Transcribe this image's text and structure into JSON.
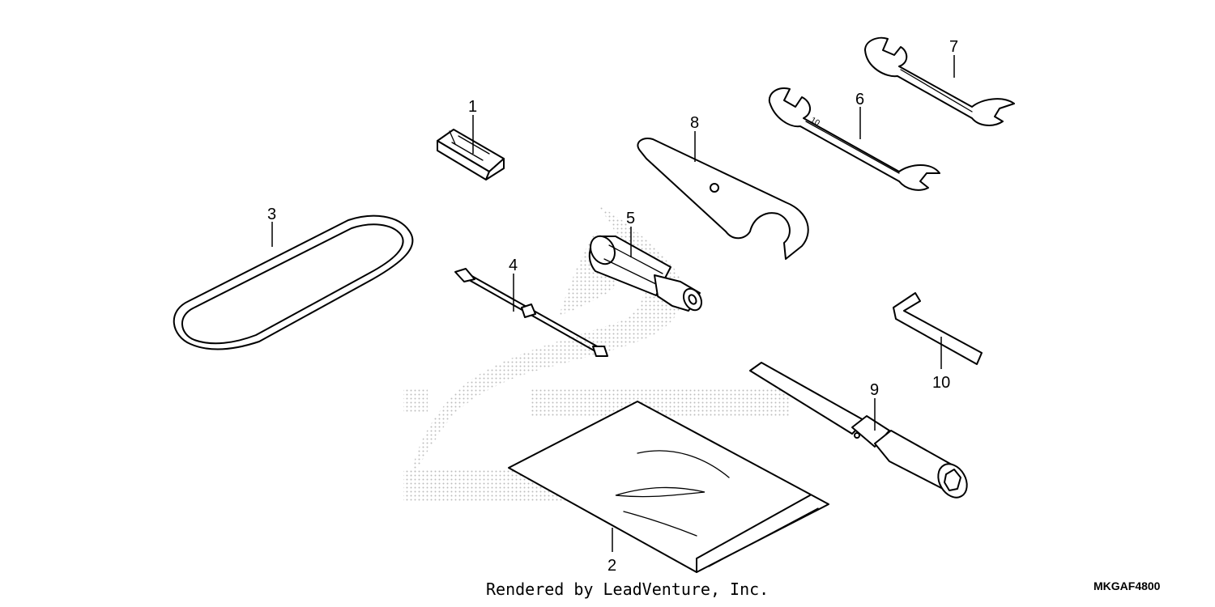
{
  "diagram": {
    "code": "MKGAF4800",
    "credit": "Rendered by LeadVenture, Inc.",
    "watermark_color": "#bdbdbd",
    "callouts": [
      "1",
      "2",
      "3",
      "4",
      "5",
      "6",
      "7",
      "8",
      "9",
      "10"
    ]
  }
}
